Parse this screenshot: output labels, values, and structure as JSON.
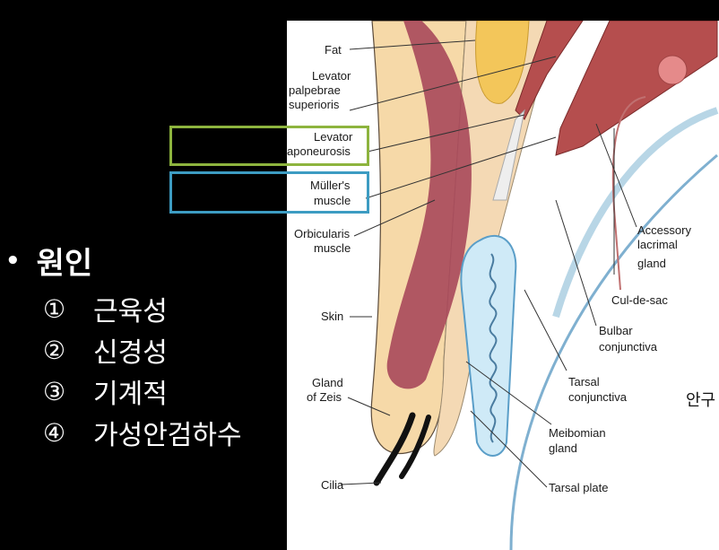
{
  "slide": {
    "bullet": "•",
    "heading": "원인",
    "items": [
      {
        "num": "①",
        "text": "근육성"
      },
      {
        "num": "②",
        "text": "신경성"
      },
      {
        "num": "③",
        "text": "기계적"
      },
      {
        "num": "④",
        "text": "가성안검하수"
      }
    ]
  },
  "figure": {
    "labels": {
      "fat": "Fat",
      "levator_1": "Levator",
      "levator_2": "palpebrae",
      "levator_3": "superioris",
      "apo_1": "Levator",
      "apo_2": "aponeurosis",
      "muller_1": "Müller's",
      "muller_2": "muscle",
      "orb_1": "Orbicularis",
      "orb_2": "muscle",
      "skin": "Skin",
      "zeis_1": "Gland",
      "zeis_2": "of Zeis",
      "cilia": "Cilia",
      "acc_1": "Accessory",
      "acc_2": "lacrimal",
      "acc_3": "gland",
      "culdesac": "Cul-de-sac",
      "bulbar_1": "Bulbar",
      "bulbar_2": "conjunctiva",
      "tarsal_conj_1": "Tarsal",
      "tarsal_conj_2": "conjunctiva",
      "meib_1": "Meibomian",
      "meib_2": "gland",
      "tarsal_plate": "Tarsal plate"
    },
    "cut_text": "안구"
  },
  "highlight_colors": {
    "aponeurosis_box": "#8db43e",
    "muller_box": "#3d9cc2"
  }
}
